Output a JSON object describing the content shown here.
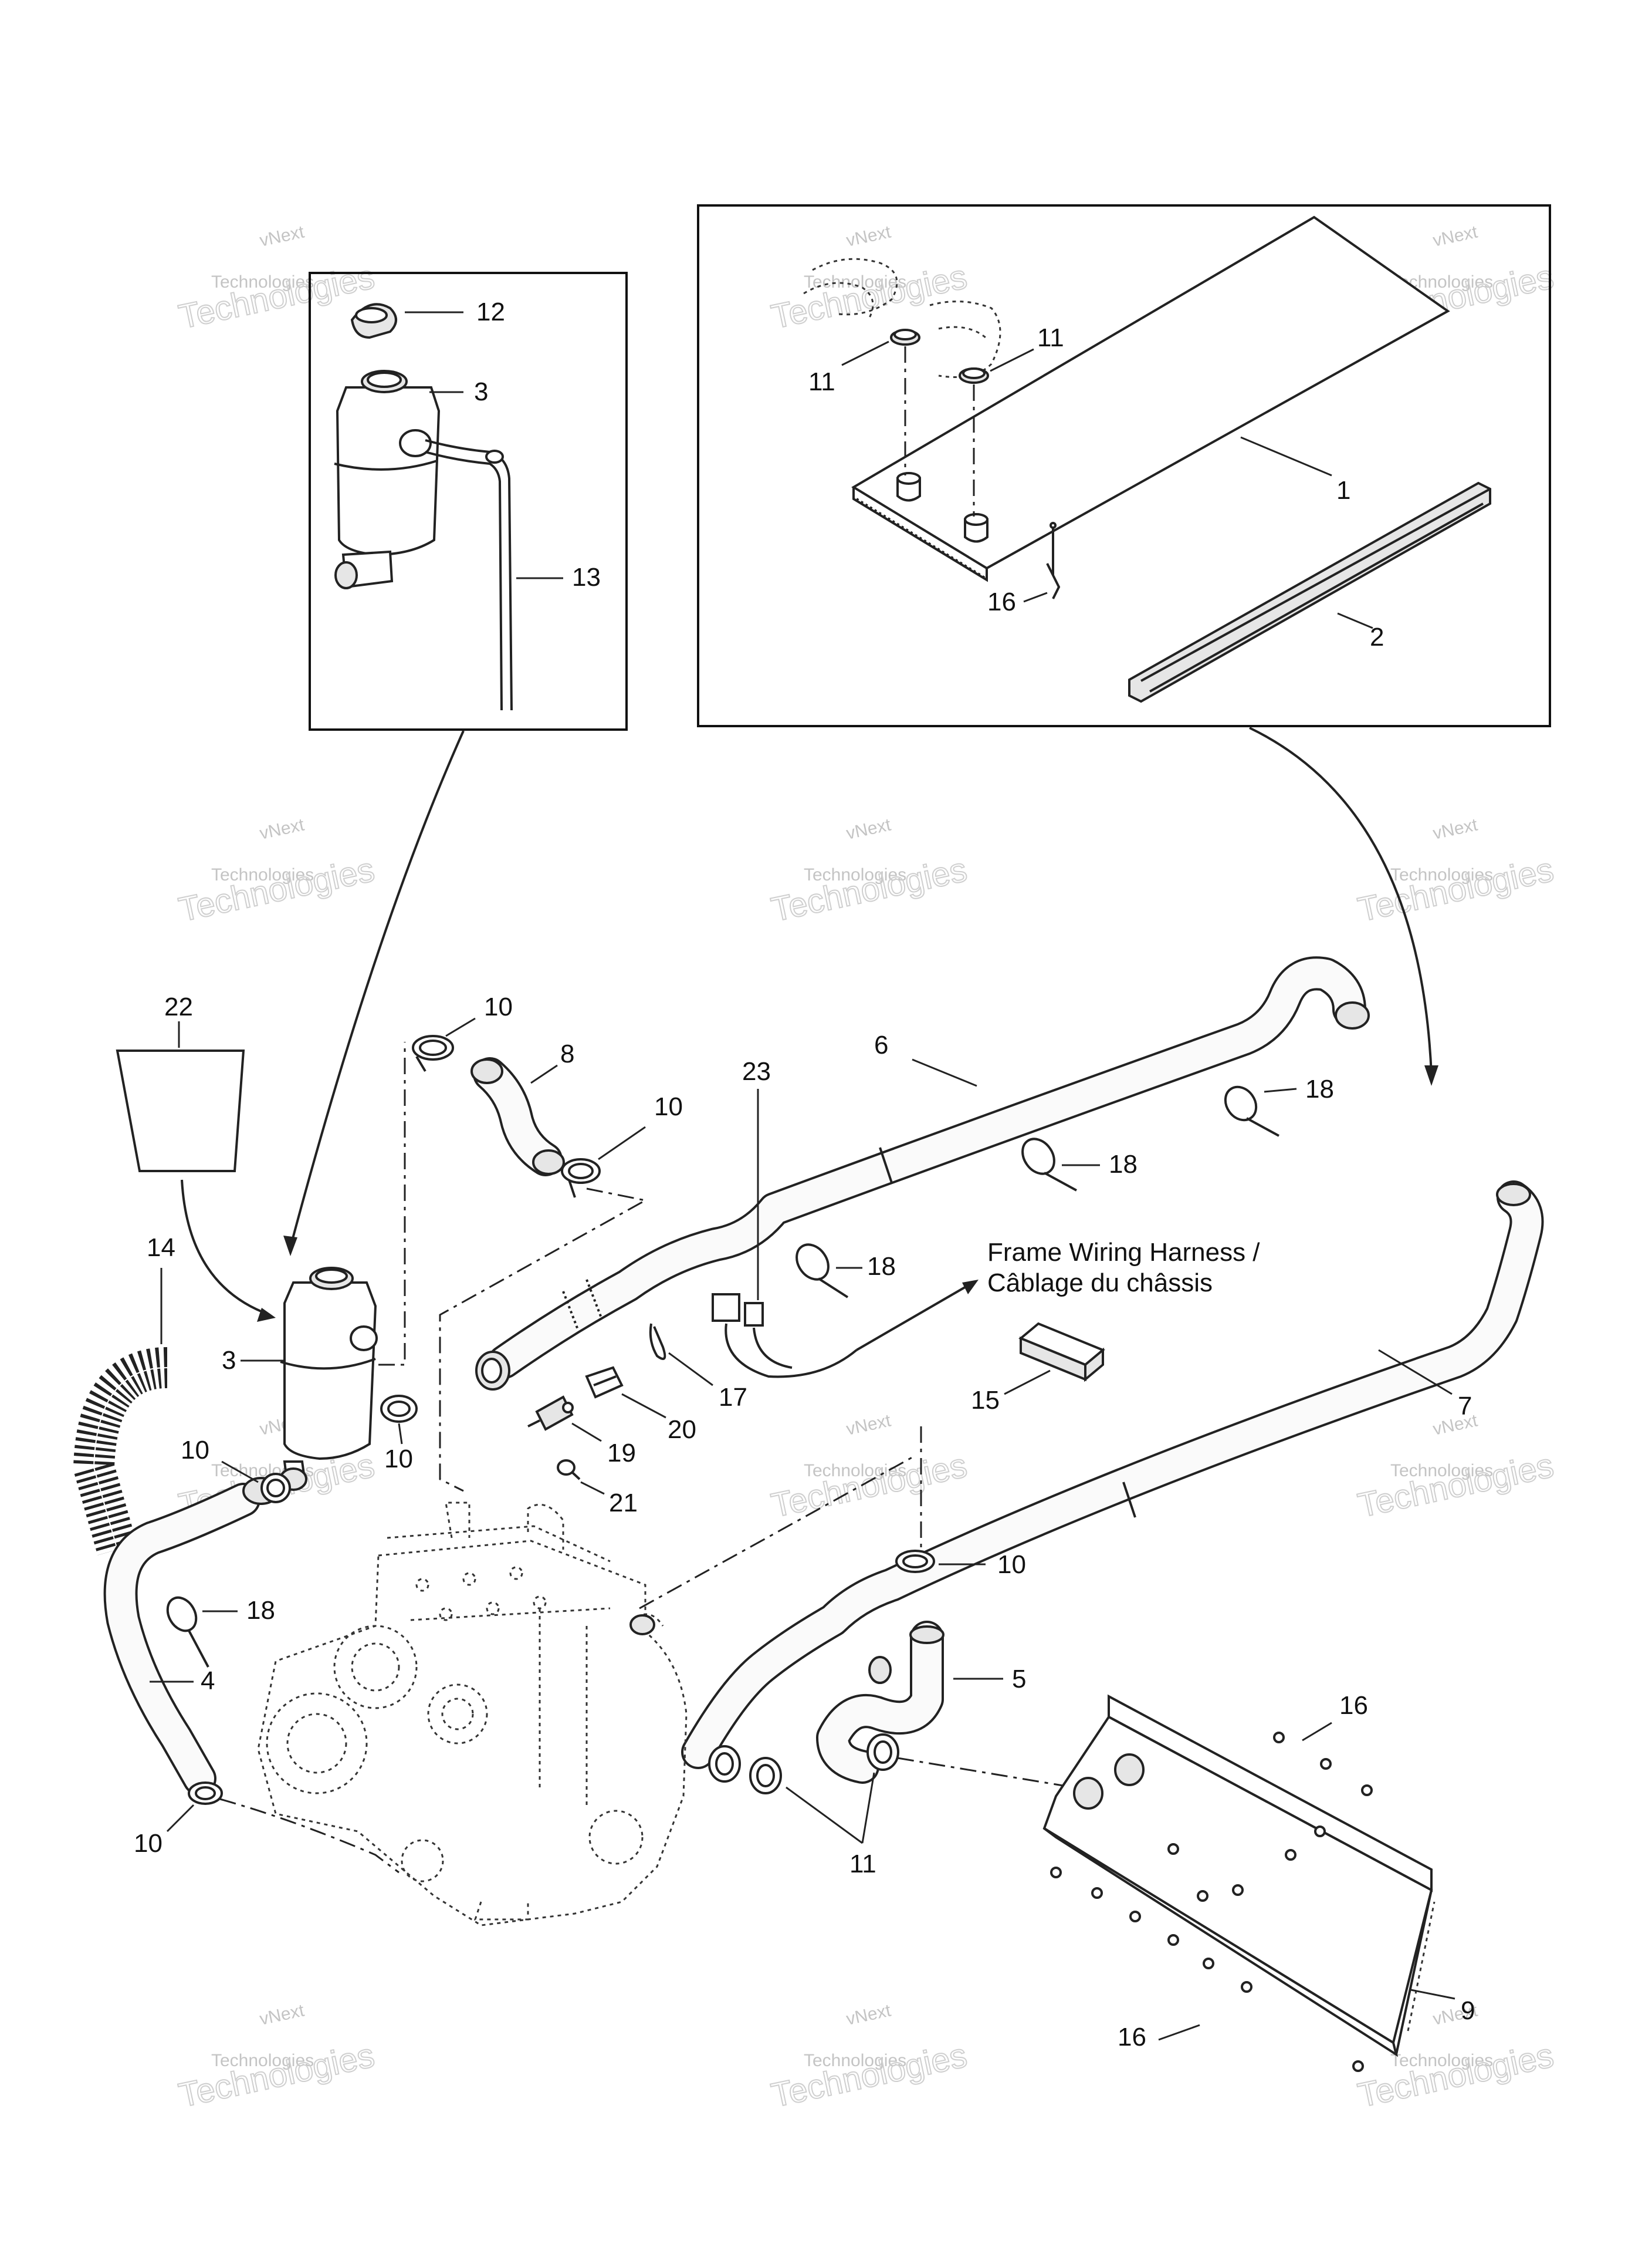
{
  "watermark": {
    "line1": "vNext",
    "line2": "Technologies",
    "line3": "Technologies"
  },
  "frame_wiring_harness": {
    "line1": "Frame Wiring Harness /",
    "line2": "Câblage du châssis"
  },
  "callouts": {
    "c1": "1",
    "c2": "2",
    "c3_top": "3",
    "c3_bottom": "3",
    "c4": "4",
    "c5": "5",
    "c6": "6",
    "c7": "7",
    "c8": "8",
    "c9": "9",
    "c10_a": "10",
    "c10_b": "10",
    "c10_c": "10",
    "c10_d": "10",
    "c10_e": "10",
    "c10_f": "10",
    "c11_a": "11",
    "c11_b": "11",
    "c11_c": "11",
    "c12": "12",
    "c13": "13",
    "c14": "14",
    "c15": "15",
    "c16_a": "16",
    "c16_b": "16",
    "c16_c": "16",
    "c17": "17",
    "c18_a": "18",
    "c18_b": "18",
    "c18_c": "18",
    "c18_d": "18",
    "c19": "19",
    "c20": "20",
    "c21": "21",
    "c22": "22",
    "c23": "23"
  }
}
